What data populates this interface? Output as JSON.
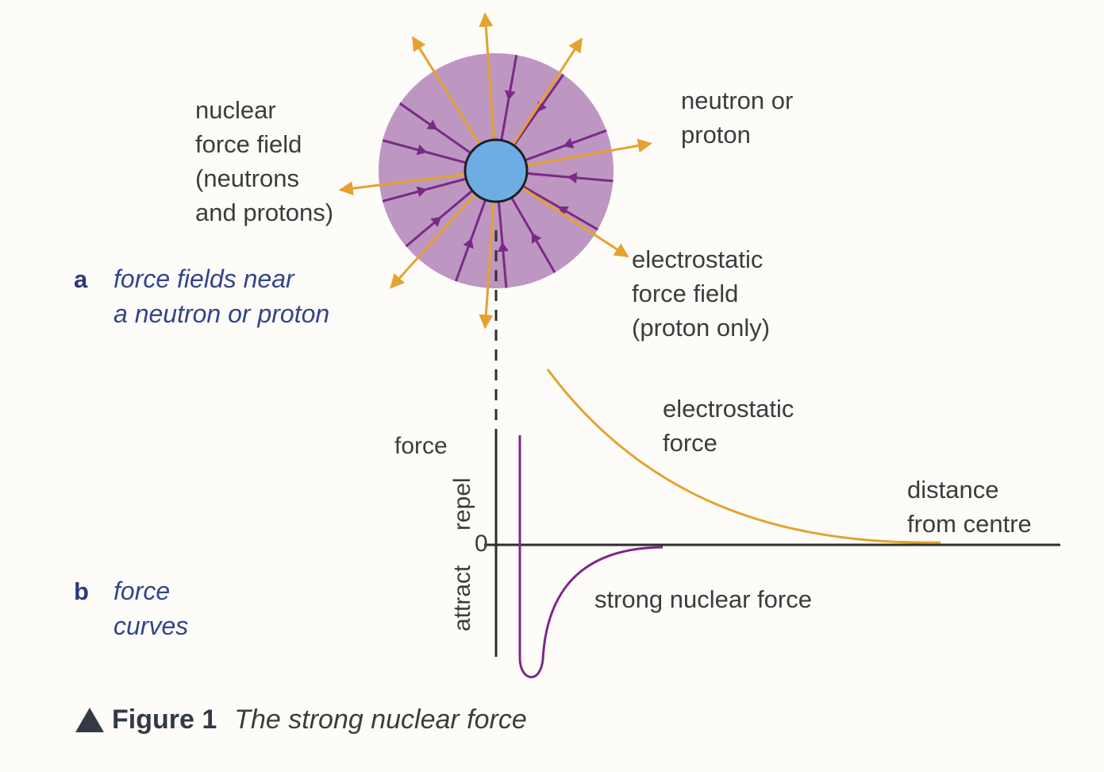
{
  "labels": {
    "nuclear_field": [
      "nuclear",
      "force field",
      "(neutrons",
      "and protons)"
    ],
    "particle": [
      "neutron or",
      "proton"
    ],
    "electrostatic_field": [
      "electrostatic",
      "force field",
      "(proton only)"
    ],
    "electrostatic_force": [
      "electrostatic",
      "force"
    ],
    "distance_axis": [
      "distance",
      "from centre"
    ],
    "strong_force": "strong nuclear force"
  },
  "parts": {
    "a": {
      "letter": "a",
      "caption": [
        "force fields near",
        "a neutron or proton"
      ]
    },
    "b": {
      "letter": "b",
      "caption": [
        "force",
        "curves"
      ]
    }
  },
  "axes": {
    "y_title": "force",
    "repel": "repel",
    "attract": "attract",
    "zero": "0"
  },
  "caption": {
    "label": "Figure 1",
    "title": "The strong nuclear force"
  },
  "colors": {
    "field_disc": "#be96c2",
    "nucleon": "#6eace4",
    "nuclear_lines": "#7a2a86",
    "electrostatic": "#e5a22e",
    "axis": "#2e2e2e",
    "caption_text": "#34448c"
  }
}
